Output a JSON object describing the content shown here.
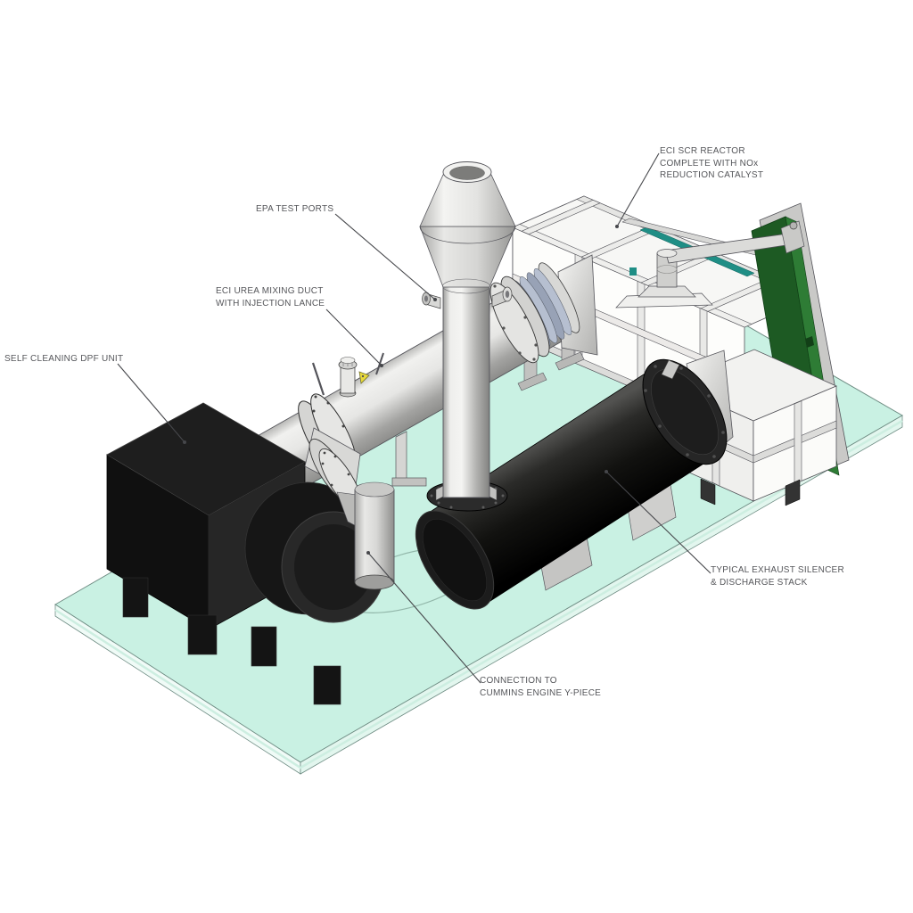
{
  "labels": {
    "scr_reactor": {
      "lines": [
        "ECI SCR REACTOR",
        "COMPLETE WITH NOx",
        "REDUCTION CATALYST"
      ]
    },
    "epa_test_ports": {
      "lines": [
        "EPA TEST PORTS"
      ]
    },
    "urea_duct": {
      "lines": [
        "ECI UREA MIXING DUCT",
        "WITH INJECTION LANCE"
      ]
    },
    "dpf_unit": {
      "lines": [
        "SELF CLEANING DPF UNIT"
      ]
    },
    "silencer": {
      "lines": [
        "TYPICAL EXHAUST SILENCER",
        "& DISCHARGE STACK"
      ]
    },
    "engine_connection": {
      "lines": [
        "CONNECTION TO",
        "CUMMINS ENGINE Y-PIECE"
      ]
    }
  },
  "colors": {
    "background": "#ffffff",
    "base_plate": "#c9f1e3",
    "base_plate_edge": "#6f8d84",
    "label_text": "#55565a",
    "leader_line": "#46474b",
    "black_equipment": "#161616",
    "metal_light": "#f2f2f0",
    "metal_mid": "#c9c9c7",
    "reactor_door_green": "#1d5a23",
    "teal_strip": "#1f8e85",
    "bellows_blue_gray": "#9aa4b8",
    "warning_label_yellow": "#e8d93c"
  }
}
